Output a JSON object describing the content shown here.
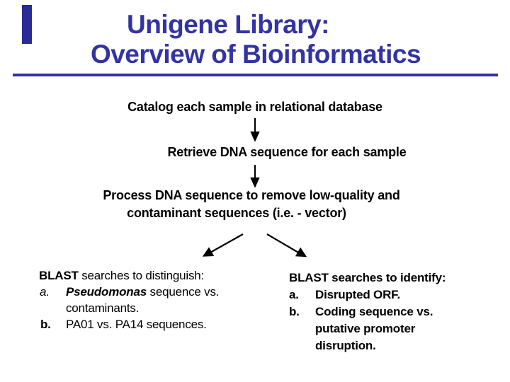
{
  "slide": {
    "accent_color": "#3333a3",
    "text_color": "#000000",
    "title": {
      "line1": "Unigene Library:",
      "line2": "Overview of Bioinformatics"
    },
    "flow": {
      "step1": "Catalog each sample in relational database",
      "step2": "Retrieve DNA sequence for each sample",
      "step3_line1": "Process DNA sequence to remove low-quality and",
      "step3_line2": "contaminant sequences (i.e. - vector)"
    },
    "left_block": {
      "heading_bold": "BLAST",
      "heading_rest": " searches to distinguish:",
      "item_a_marker": "a.",
      "item_a_species": "Pseudomonas",
      "item_a_rest": " sequence vs.",
      "item_a_cont": "contaminants.",
      "item_b_marker": "b.",
      "item_b_text": "PA01 vs. PA14 sequences."
    },
    "right_block": {
      "heading": "BLAST searches to identify:",
      "item_a_marker": "a.",
      "item_a_text": "Disrupted ORF.",
      "item_b_marker": "b.",
      "item_b_line1": "Coding sequence vs.",
      "item_b_line2": "putative promoter",
      "item_b_line3": "disruption."
    },
    "icons": {
      "down_arrow_1": "arrow-down-icon",
      "down_arrow_2": "arrow-down-icon",
      "branch_left": "arrow-diagonal-left-icon",
      "branch_right": "arrow-diagonal-right-icon"
    }
  }
}
